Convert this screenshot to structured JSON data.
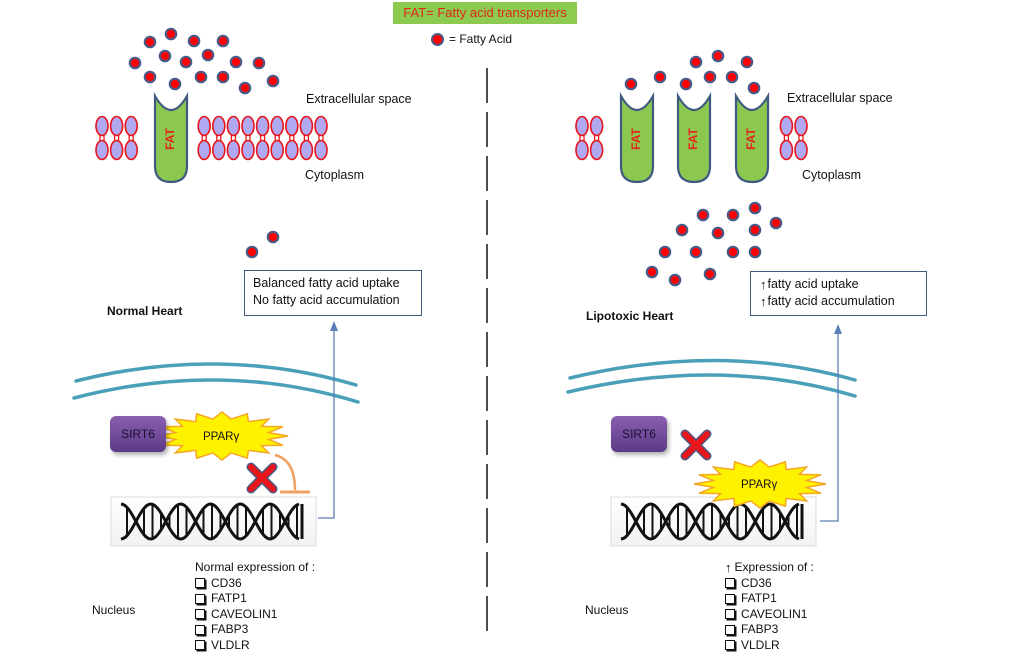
{
  "legend": {
    "fat_label": "FAT= Fatty acid transporters",
    "fatty_acid_label": "= Fatty Acid",
    "colors": {
      "fat_bg": "#8ccb4f",
      "fat_text": "#e2261b",
      "fatty_acid_fill": "#ff0000",
      "fatty_acid_border": "#4a5a86"
    }
  },
  "left_panel": {
    "title": "Normal Heart",
    "extracellular_label": "Extracellular space",
    "cytoplasm_label": "Cytoplasm",
    "nucleus_label": "Nucleus",
    "transporter_label": "FAT",
    "transporter_count": 1,
    "outcome_box": [
      "Balanced fatty acid uptake",
      "No fatty acid accumulation"
    ],
    "sirt6_label": "SIRT6",
    "ppar_label": "PPARγ",
    "expression_heading": "Normal expression of :",
    "genes": [
      "CD36",
      "FATP1",
      "CAVEOLIN1",
      "FABP3",
      "VLDLR"
    ]
  },
  "right_panel": {
    "title": "Lipotoxic Heart",
    "extracellular_label": "Extracellular space",
    "cytoplasm_label": "Cytoplasm",
    "nucleus_label": "Nucleus",
    "transporter_label": "FAT",
    "transporter_count": 3,
    "outcome_box": [
      "fatty acid uptake",
      "fatty acid accumulation"
    ],
    "outcome_prefix_icon": "up-arrow",
    "sirt6_label": "SIRT6",
    "ppar_label": "PPARγ",
    "expression_heading": "Expression of :",
    "expression_prefix_icon": "up-arrow",
    "genes": [
      "CD36",
      "FATP1",
      "CAVEOLIN1",
      "FABP3",
      "VLDLR"
    ]
  },
  "colors": {
    "membrane_head_fill": "#b0a8f0",
    "membrane_outline": "#e8161a",
    "transporter_fill": "#8cc850",
    "transporter_outline": "#3e5a80",
    "nuclear_envelope": "#4aa0b8",
    "ppar_fill": "#fff200",
    "ppar_outline": "#f5a623",
    "inhibit_line": "#f0a060",
    "x_mark": "#e8161a",
    "arrow_line": "#5a7fb8"
  }
}
